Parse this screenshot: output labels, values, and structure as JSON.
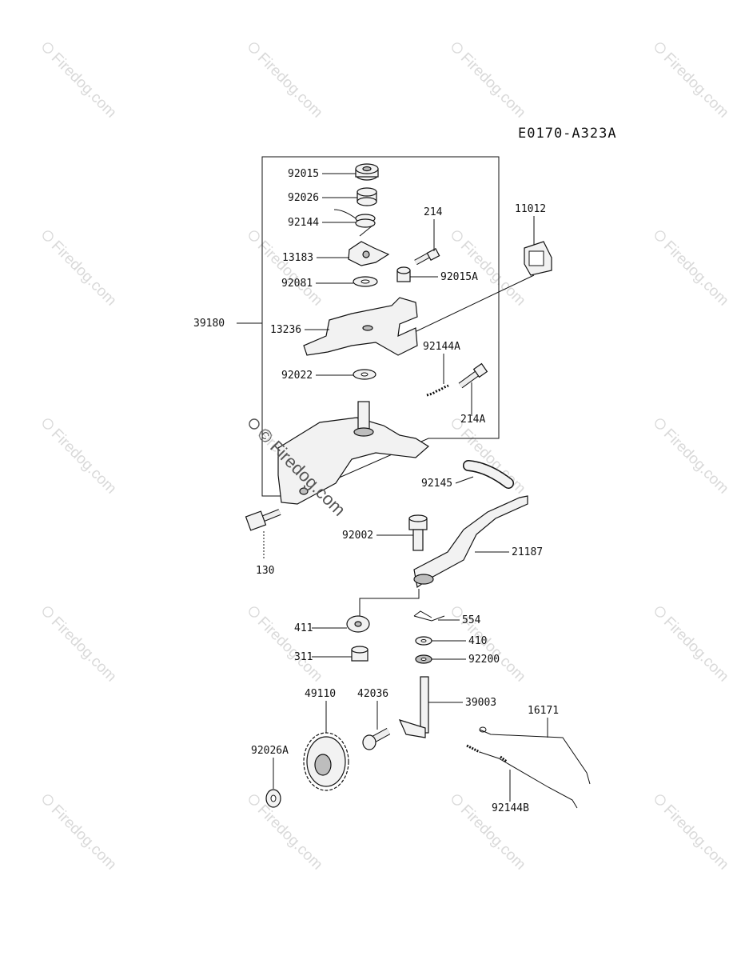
{
  "diagram_code": "E0170-A323A",
  "watermark_text": "© Firedog.com",
  "parts": [
    {
      "id": "p92015",
      "label": "92015"
    },
    {
      "id": "p92026",
      "label": "92026"
    },
    {
      "id": "p92144",
      "label": "92144"
    },
    {
      "id": "p214",
      "label": "214"
    },
    {
      "id": "p11012",
      "label": "11012"
    },
    {
      "id": "p13183",
      "label": "13183"
    },
    {
      "id": "p92015A",
      "label": "92015A"
    },
    {
      "id": "p92081",
      "label": "92081"
    },
    {
      "id": "p39180",
      "label": "39180"
    },
    {
      "id": "p13236",
      "label": "13236"
    },
    {
      "id": "p92144A",
      "label": "92144A"
    },
    {
      "id": "p92022",
      "label": "92022"
    },
    {
      "id": "p214A",
      "label": "214A"
    },
    {
      "id": "p92145",
      "label": "92145"
    },
    {
      "id": "p92002",
      "label": "92002"
    },
    {
      "id": "p21187",
      "label": "21187"
    },
    {
      "id": "p130",
      "label": "130"
    },
    {
      "id": "p411",
      "label": "411"
    },
    {
      "id": "p554",
      "label": "554"
    },
    {
      "id": "p410",
      "label": "410"
    },
    {
      "id": "p311",
      "label": "311"
    },
    {
      "id": "p92200",
      "label": "92200"
    },
    {
      "id": "p49110",
      "label": "49110"
    },
    {
      "id": "p42036",
      "label": "42036"
    },
    {
      "id": "p39003",
      "label": "39003"
    },
    {
      "id": "p16171",
      "label": "16171"
    },
    {
      "id": "p92026A",
      "label": "92026A"
    },
    {
      "id": "p92144B",
      "label": "92144B"
    }
  ]
}
